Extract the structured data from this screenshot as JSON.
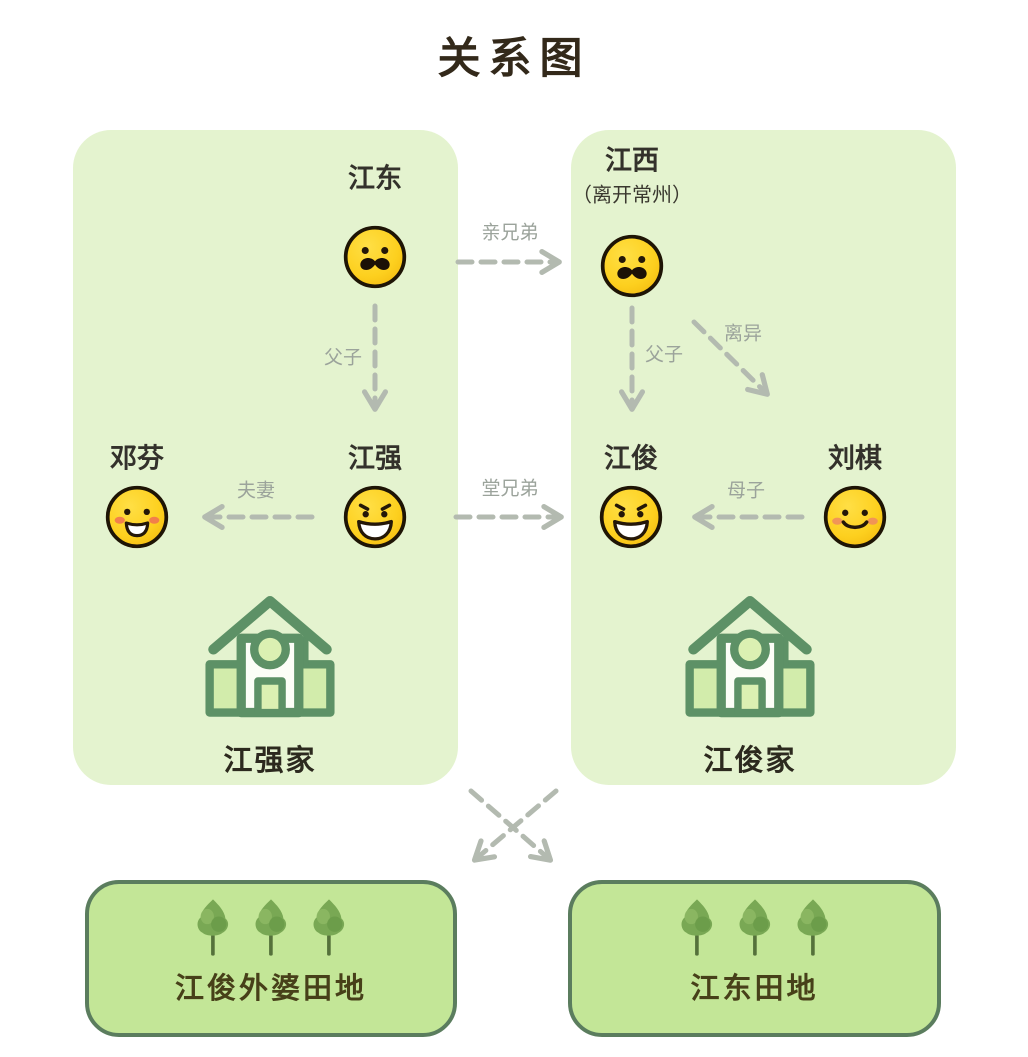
{
  "title": "关系图",
  "colors": {
    "panel_fill": "#e4f3cf",
    "field_fill": "#c3e697",
    "field_border": "#5b7d5e",
    "house_outline": "#5d9166",
    "house_fill": "#dbf0b2",
    "arrow_gray": "#b3bab0",
    "emoji_yellow": "#fdd01f",
    "title_color": "#33291a",
    "field_label_color": "#474019"
  },
  "people": {
    "jiangdong": {
      "name": "江东",
      "icon": "mustache-face"
    },
    "jiangxi": {
      "name": "江西",
      "note": "（离开常州）",
      "icon": "mustache-face"
    },
    "dengfen": {
      "name": "邓芬",
      "icon": "blush-grin-face"
    },
    "jiangqiang": {
      "name": "江强",
      "icon": "evil-grin-face"
    },
    "jiangjun": {
      "name": "江俊",
      "icon": "evil-grin-face"
    },
    "liuqi": {
      "name": "刘棋",
      "icon": "blush-smile-face"
    }
  },
  "relations": {
    "qinxiongdi": "亲兄弟",
    "fuzi_left": "父子",
    "fuzi_right": "父子",
    "liyi": "离异",
    "fuqi": "夫妻",
    "tangxiongdi": "堂兄弟",
    "muzi": "母子"
  },
  "houses": {
    "left": {
      "label": "江强家",
      "icon": "house"
    },
    "right": {
      "label": "江俊家",
      "icon": "house"
    }
  },
  "fields": {
    "left": {
      "label": "江俊外婆田地",
      "icon": "trees"
    },
    "right": {
      "label": "江东田地",
      "icon": "trees"
    }
  }
}
